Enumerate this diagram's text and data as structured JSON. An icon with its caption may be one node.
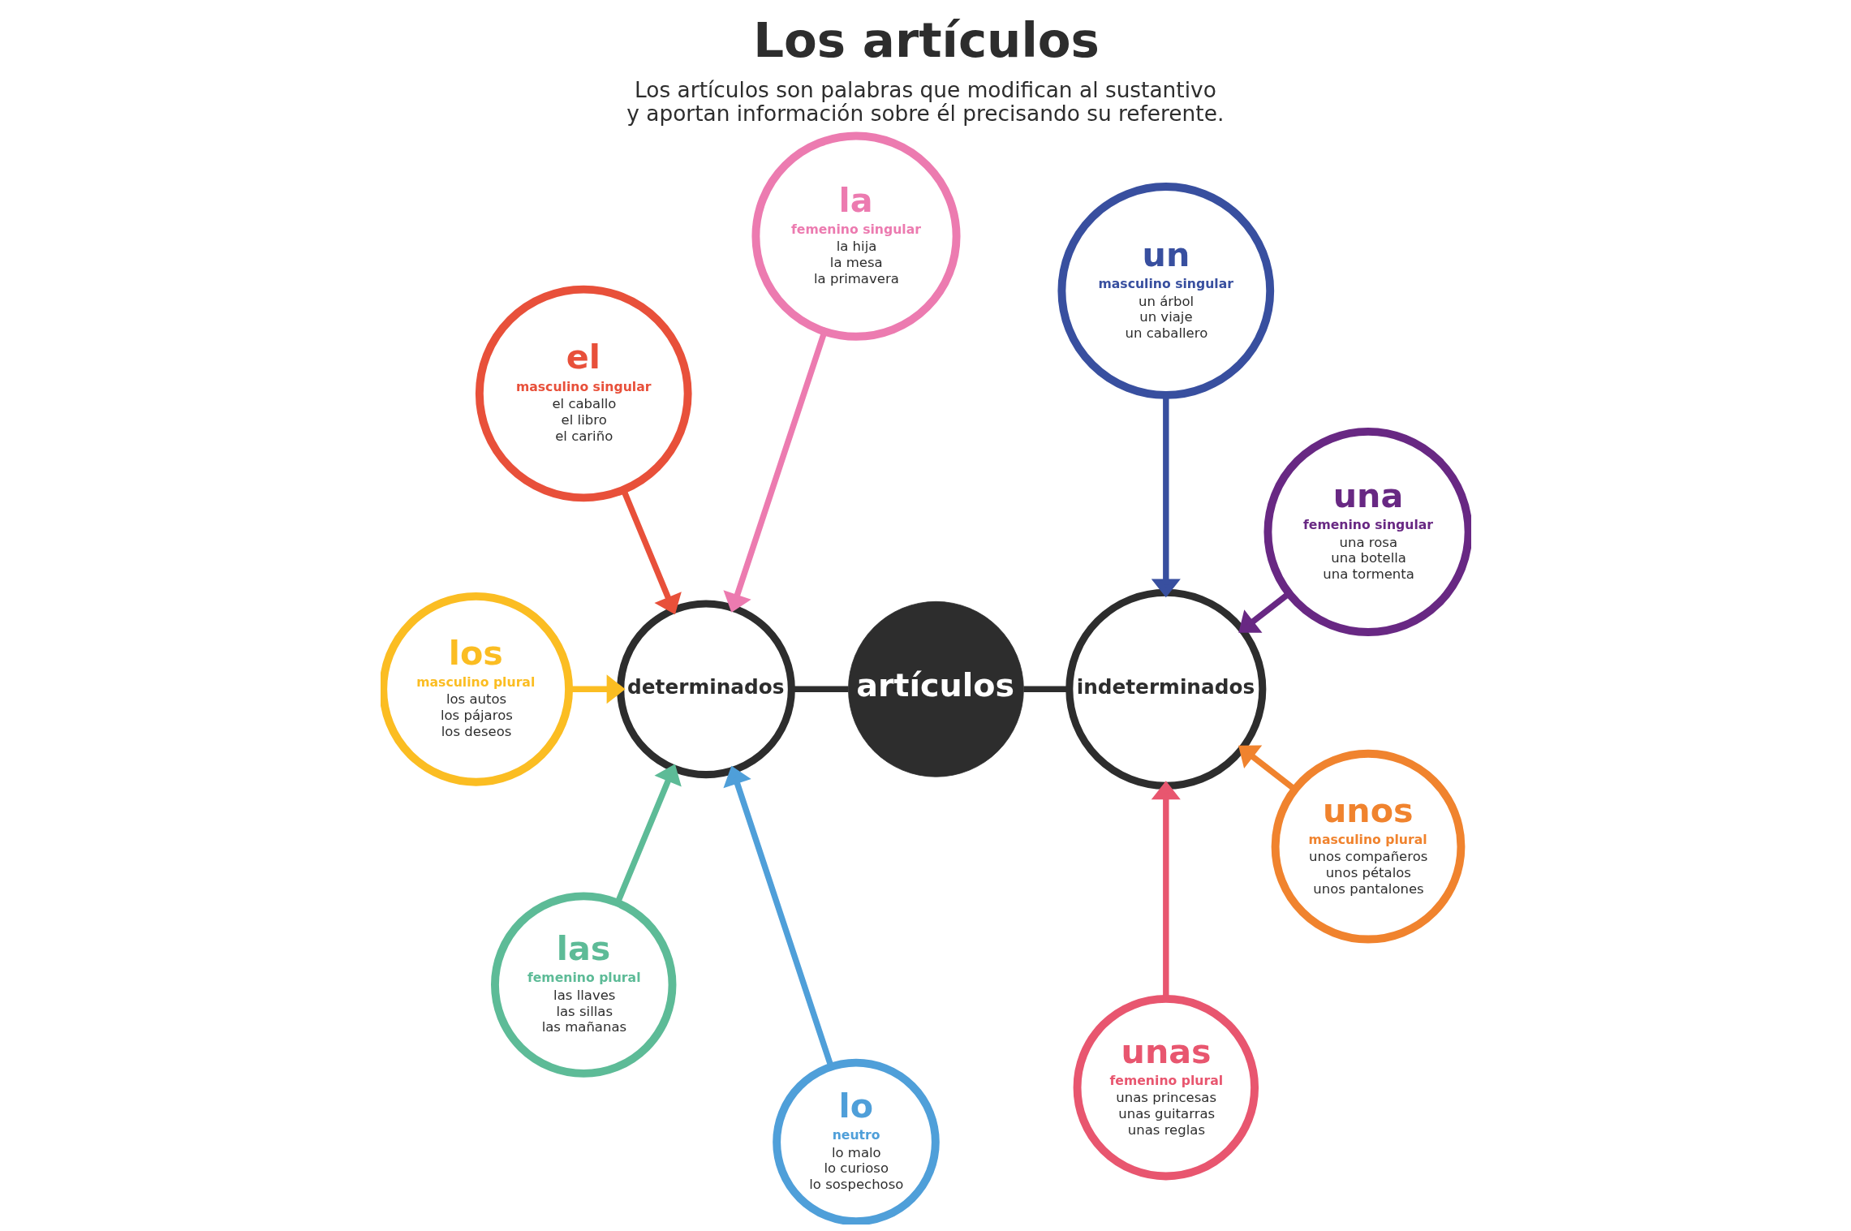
{
  "diagram": {
    "title": "Los artículos",
    "caption": "Los artículos son palabras que modifican al sustantivo y aportan información sobre él precisando su referente.",
    "nodes": [
      {
        "text": [
          "artículos"
        ]
      },
      {
        "text": [
          "determinados"
        ]
      },
      {
        "text": [
          "indeterminados"
        ]
      },
      {
        "text": [
          "el",
          "masculino singular",
          "el caballo",
          "el libro",
          "el cariño"
        ]
      },
      {
        "text": [
          "la",
          "femenino singular",
          "la hija",
          "la mesa",
          "la primavera"
        ]
      },
      {
        "text": [
          "los",
          "masculino plural",
          "los autos",
          "los pájaros",
          "los deseos"
        ]
      },
      {
        "text": [
          "las",
          "femenino plural",
          "las llaves",
          "las sillas",
          "las mañanas"
        ]
      },
      {
        "text": [
          "lo",
          "neutro",
          "lo malo",
          "lo curioso",
          "lo sospechoso"
        ]
      },
      {
        "text": [
          "un",
          "masculino singular",
          "un árbol",
          "un viaje",
          "un caballero"
        ]
      },
      {
        "text": [
          "una",
          "femenino singular",
          "una rosa",
          "una botella",
          "una tormenta"
        ]
      },
      {
        "text": [
          "unos",
          "masculino plural",
          "unos compañeros",
          "unos pétalos",
          "unos pantalones"
        ]
      },
      {
        "text": [
          "unas",
          "femenino plural",
          "unas princesas",
          "unas guitarras",
          "unas reglas"
        ]
      }
    ],
    "edges": [
      {
        "from": 0,
        "to": 1,
        "arrow": "none",
        "color": "#2d2d2d"
      },
      {
        "from": 0,
        "to": 2,
        "arrow": "none",
        "color": "#2d2d2d"
      },
      {
        "from": 4,
        "to": 1,
        "arrow": "to",
        "color": "#ec7bb0"
      },
      {
        "from": 3,
        "to": 1,
        "arrow": "to",
        "color": "#e8503a"
      },
      {
        "from": 5,
        "to": 1,
        "arrow": "to",
        "color": "#fbbd22"
      },
      {
        "from": 6,
        "to": 1,
        "arrow": "to",
        "color": "#5dbb97"
      },
      {
        "from": 7,
        "to": 1,
        "arrow": "to",
        "color": "#4f9fd9"
      },
      {
        "from": 11,
        "to": 2,
        "arrow": "to",
        "color": "#e8566f"
      },
      {
        "from": 10,
        "to": 2,
        "arrow": "to",
        "color": "#f0832e"
      },
      {
        "from": 9,
        "to": 2,
        "arrow": "to",
        "color": "#682883"
      },
      {
        "from": 8,
        "to": 2,
        "arrow": "to",
        "color": "#384f9f"
      }
    ]
  }
}
